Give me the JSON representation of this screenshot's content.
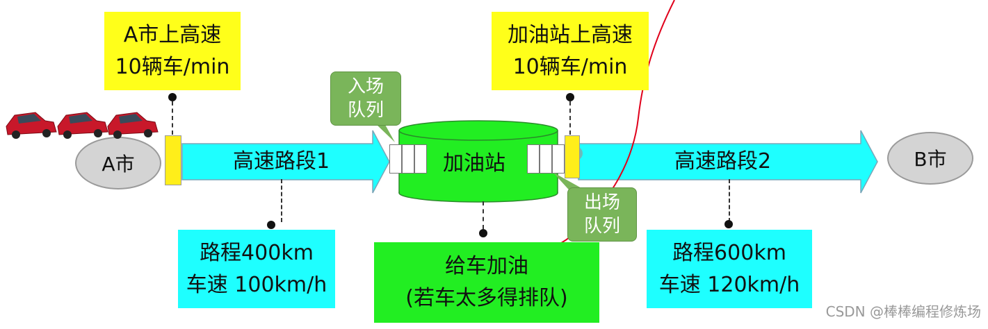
{
  "cities": {
    "a": "A市",
    "b": "B市"
  },
  "entry_a": {
    "line1": "A市上高速",
    "line2": "10辆车/min"
  },
  "entry_station": {
    "line1": "加油站上高速",
    "line2": "10辆车/min"
  },
  "segment1": {
    "label": "高速路段1",
    "distance": "路程400km",
    "speed": "车速 100km/h"
  },
  "segment2": {
    "label": "高速路段2",
    "distance": "路程600km",
    "speed": "车速 120km/h"
  },
  "station": {
    "label": "加油站"
  },
  "queues": {
    "entry": "入场\n队列",
    "exit": "出场\n队列"
  },
  "service": {
    "line1": "给车加油",
    "line2": "(若车太多得排队)"
  },
  "watermark": "CSDN @棒棒编程修炼场",
  "colors": {
    "yellow": "#ffff1a",
    "cyan": "#1effff",
    "green": "#22ee22",
    "label_green": "#7ab55a",
    "annotation_red": "#e0001b"
  },
  "icons": {
    "car": "car-icon",
    "red_laser": "laser-pointer-icon"
  }
}
